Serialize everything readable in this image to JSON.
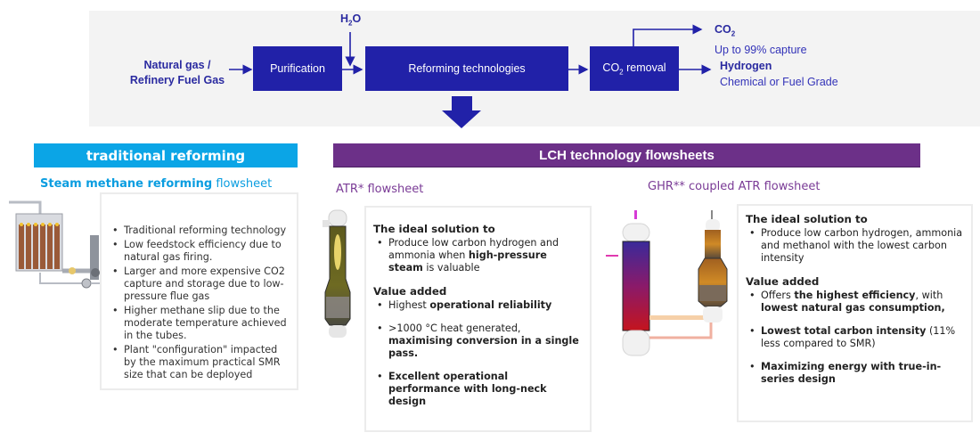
{
  "process_flow": {
    "input_label_line1": "Natural gas /",
    "input_label_line2": "Refinery Fuel Gas",
    "water_input": {
      "main": "H",
      "sub": "2",
      "tail": "O"
    },
    "steps": {
      "purification": "Purification",
      "reforming": "Reforming technologies",
      "co2_removal": {
        "main": "CO",
        "sub": "2",
        "tail": " removal"
      }
    },
    "outputs": {
      "co2": {
        "main": "CO",
        "sub": "2",
        "detail": "Up to 99% capture"
      },
      "hydrogen": {
        "title": "Hydrogen",
        "detail": "Chemical or Fuel Grade"
      }
    },
    "colors": {
      "box": "#2121a8",
      "text": "#2a2aa0",
      "band": "#f3f3f3"
    }
  },
  "traditional": {
    "header": "traditional reforming",
    "header_color": "#0ba5e6",
    "subtitle_bold": "Steam methane reforming",
    "subtitle_rest": " flowsheet",
    "bullets": [
      "Traditional reforming technology",
      "Low feedstock efficiency due to natural gas firing.",
      "Larger and more expensive CO2 capture and storage due to low-pressure flue gas",
      "Higher methane slip due to the moderate temperature achieved in the tubes.",
      "Plant \"configuration\" impacted by the maximum practical SMR size that can be deployed"
    ]
  },
  "lch": {
    "header": "LCH technology flowsheets",
    "header_color": "#6c3088",
    "atr": {
      "title": "ATR* flowsheet",
      "ideal_heading": "The ideal solution to",
      "ideal_pre": "Produce low carbon hydrogen and ammonia when ",
      "ideal_bold": "high-pressure steam",
      "ideal_post": " is valuable",
      "value_heading": "Value added",
      "v1_pre": "Highest ",
      "v1_bold": "operational reliability",
      "v2_pre": ">1000 °C heat generated, ",
      "v2_bold": "maximising conversion in a single pass.",
      "v3_bold": "Excellent operational performance with long-neck design"
    },
    "ghr": {
      "title": "GHR** coupled ATR flowsheet",
      "ideal_heading": "The ideal solution to",
      "ideal_text": "Produce low carbon hydrogen, ammonia and methanol with the lowest carbon intensity",
      "value_heading": "Value added",
      "v1_pre": "Offers ",
      "v1_bold": "the highest efficiency",
      "v1_mid": ", with ",
      "v1_bold2": "lowest natural gas consumption,",
      "v2_bold": "Lowest total carbon intensity",
      "v2_post": " (11% less compared to SMR)",
      "v3_bold": "Maximizing energy with true-in-series design"
    }
  }
}
